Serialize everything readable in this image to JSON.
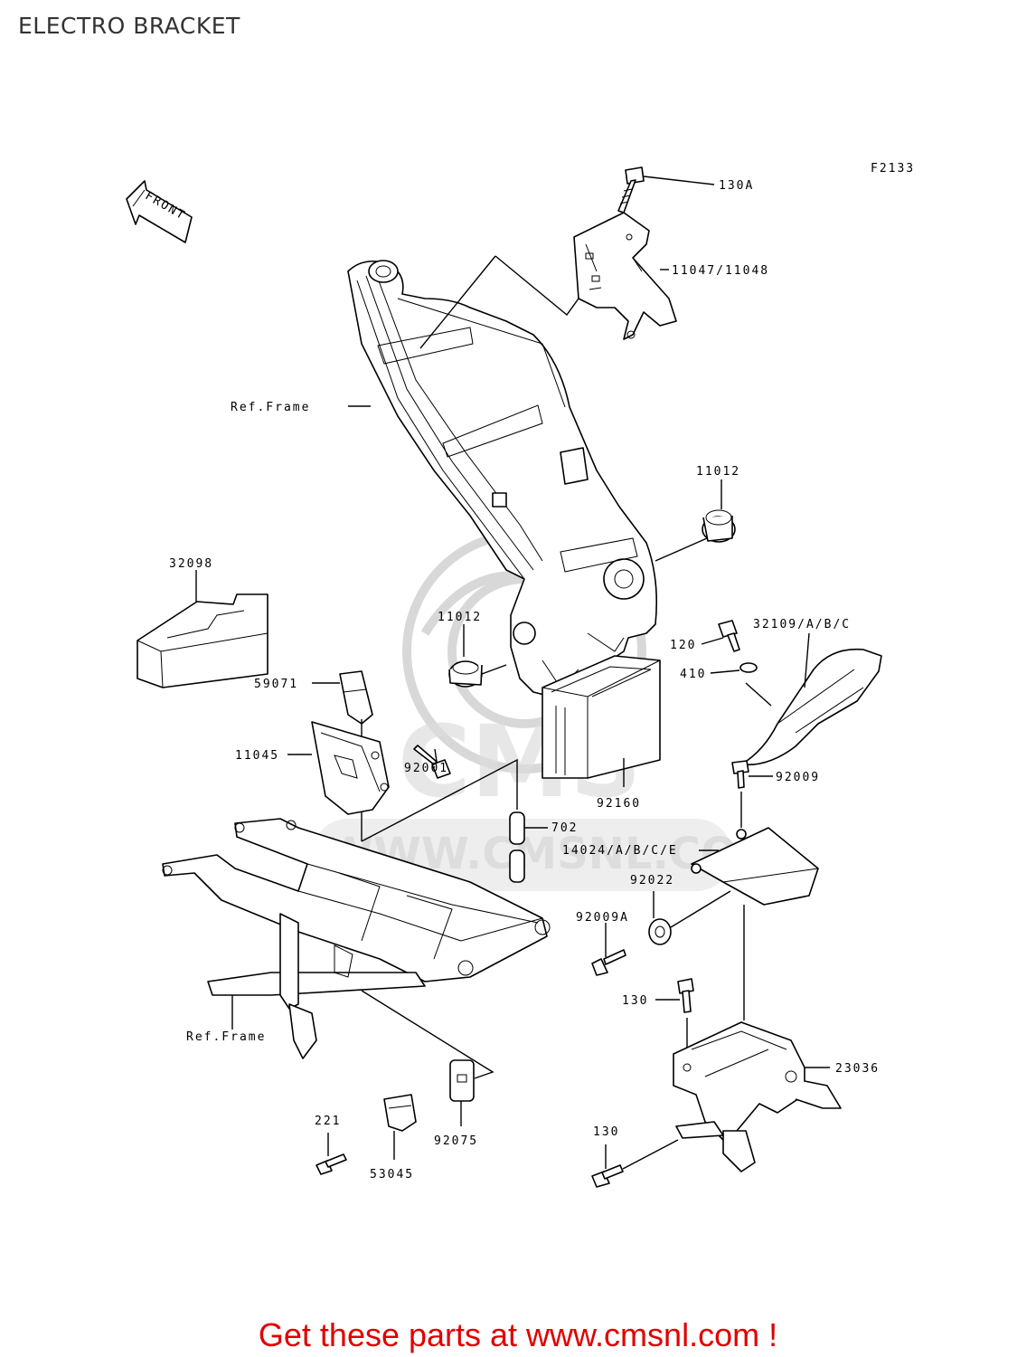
{
  "title": "ELECTRO BRACKET",
  "figure_code": "F2133",
  "front_label": "FRONT",
  "watermark": {
    "logo_text": "CMS",
    "url_text": "WWW.CMSNL.COM"
  },
  "callouts": {
    "c130A": "130A",
    "c11047": "11047/11048",
    "cRefFrameTop": "Ref.Frame",
    "c11012a": "11012",
    "c32098": "32098",
    "c11012b": "11012",
    "c32109": "32109/A/B/C",
    "c120": "120",
    "c410": "410",
    "c59071": "59071",
    "c11045": "11045",
    "c92001": "92001",
    "c92160": "92160",
    "c92009": "92009",
    "c702": "702",
    "c14024": "14024/A/B/C/E",
    "c92022": "92022",
    "c92009A": "92009A",
    "c130a": "130",
    "cRefFrameBottom": "Ref.Frame",
    "c23036": "23036",
    "c221": "221",
    "c92075": "92075",
    "c53045": "53045",
    "c130b": "130"
  },
  "footer": "Get these parts at www.cmsnl.com !"
}
